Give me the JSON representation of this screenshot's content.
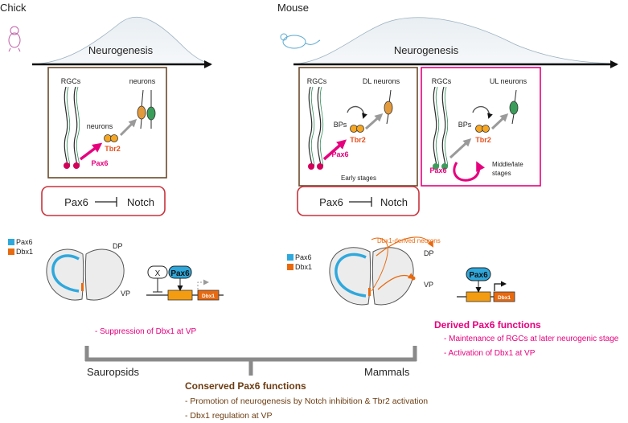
{
  "species": {
    "chick": "Chick",
    "mouse": "Mouse"
  },
  "neurogenesis_label": "Neurogenesis",
  "chick_panel": {
    "rgcs": "RGCs",
    "neurons_top": "neurons",
    "neurons_mid": "neurons",
    "tbr2": "Tbr2",
    "pax6": "Pax6"
  },
  "mouse_early": {
    "rgcs": "RGCs",
    "dl_neurons": "DL neurons",
    "bps": "BPs",
    "tbr2": "Tbr2",
    "pax6": "Pax6",
    "stage": "Early stages"
  },
  "mouse_late": {
    "rgcs": "RGCs",
    "ul_neurons": "UL neurons",
    "bps": "BPs",
    "tbr2": "Tbr2",
    "pax6": "Pax6",
    "stage_line1": "Middle/late",
    "stage_line2": "stages"
  },
  "notch_box": {
    "pax6": "Pax6",
    "notch": "Notch"
  },
  "legend": {
    "pax6": "Pax6",
    "dbx1": "Dbx1"
  },
  "brain": {
    "dp": "DP",
    "vp": "VP",
    "dbx1_derived": "Dbx1-derived neurons"
  },
  "gene": {
    "x": "X",
    "pax6": "Pax6",
    "dbx1": "Dbx1"
  },
  "suppression": "- Suppression of Dbx1 at VP",
  "derived": {
    "title": "Derived Pax6 functions",
    "item1": "- Maintenance of RGCs at later neurogenic stage",
    "item2": "- Activation of Dbx1 at VP"
  },
  "tree": {
    "left": "Sauropsids",
    "right": "Mammals"
  },
  "conserved": {
    "title": "Conserved Pax6 functions",
    "item1": "- Promotion of neurogenesis by Notch inhibition & Tbr2 activation",
    "item2": "- Dbx1 regulation at VP"
  },
  "colors": {
    "brown": "#6b4a2b",
    "magenta": "#e6007e",
    "red_box": "#c8323c",
    "tbr2": "#e8501e",
    "pax6_blue": "#2fa8dc",
    "dbx1_orange": "#e86a10",
    "grey_arrow": "#9a9a9a",
    "tree_grey": "#8a8a8a",
    "conserved_brown": "#6b3c12"
  }
}
